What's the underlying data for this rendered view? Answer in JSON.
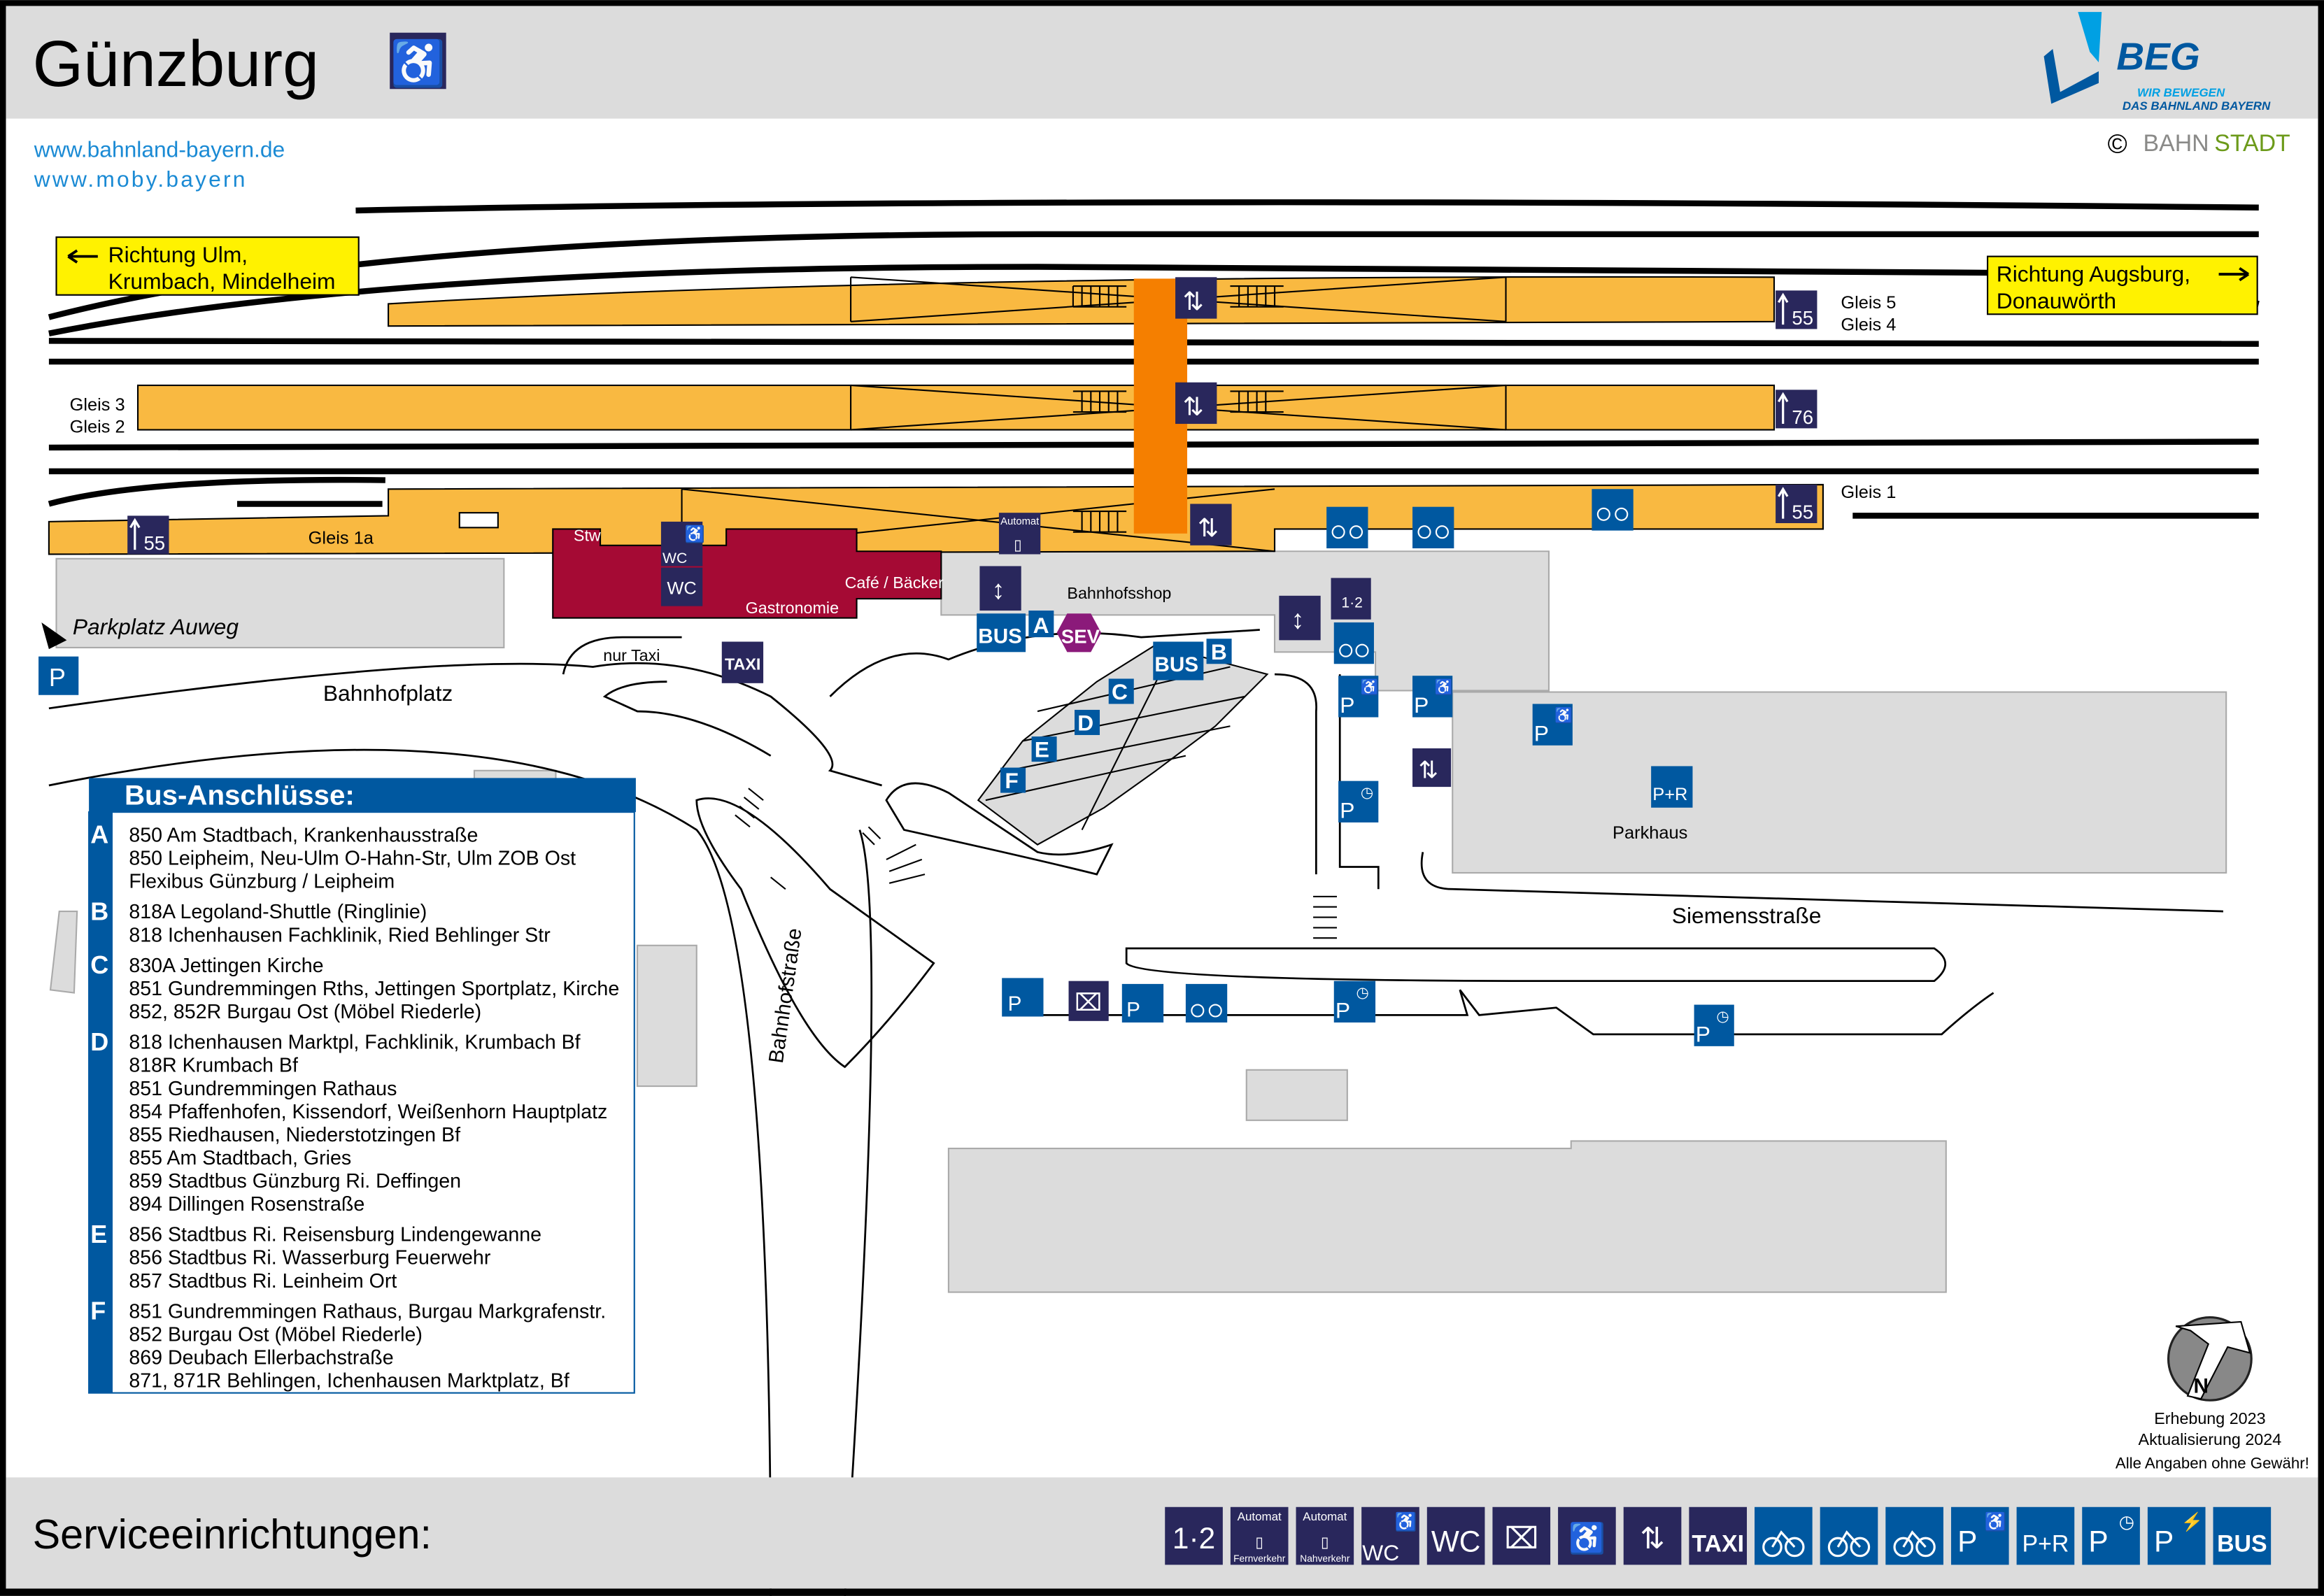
{
  "header": {
    "title": "Günzburg",
    "accessible_icon": "wheelchair-icon",
    "logo": {
      "brand": "BEG",
      "slogan_line1": "WIR BEWEGEN",
      "slogan_line2": "DAS BAHNLAND BAYERN"
    },
    "links": [
      "www.bahnland-bayern.de",
      "www.moby.bayern"
    ],
    "copyright": {
      "symbol": "©",
      "part1": "BAHN",
      "part2": "STADT"
    }
  },
  "colors": {
    "navy": "#29275c",
    "blue": "#0058a0",
    "platform": "#f9b941",
    "underpass": "#f57f00",
    "gastro": "#a50a34",
    "sev": "#8b1a7a",
    "direction": "#fff200"
  },
  "map": {
    "directions": {
      "west_line1": "Richtung Ulm,",
      "west_line2": "Krumbach, Mindelheim",
      "east_line1": "Richtung Augsburg,",
      "east_line2": "Donauwörth"
    },
    "tracks": {
      "g5": "Gleis 5",
      "g4": "Gleis 4",
      "g3": "Gleis 3",
      "g2": "Gleis 2",
      "g1": "Gleis 1",
      "g1a": "Gleis 1a"
    },
    "track_signs": {
      "s55": "55",
      "s76": "76"
    },
    "labels": {
      "stw": "Stw",
      "gastronomie": "Gastronomie",
      "cafe": "Café / Bäcker",
      "shop": "Bahnhofsshop",
      "parkplatz": "Parkplatz Auweg",
      "bahnhofplatz": "Bahnhofplatz",
      "nur_taxi": "nur Taxi",
      "bahnhofstrasse": "Bahnhofstraße",
      "siemensstrasse": "Siemensstraße",
      "parkhaus": "Parkhaus"
    },
    "icon_text": {
      "wc": "WC",
      "taxi": "TAXI",
      "bus": "BUS",
      "sev": "SEV",
      "p": "P",
      "pr": "P+R",
      "automat": "Automat"
    },
    "bus_stops": [
      "A",
      "B",
      "C",
      "D",
      "E",
      "F"
    ]
  },
  "bus_connections": {
    "title": "Bus-Anschlüsse:",
    "groups": [
      {
        "stop": "A",
        "lines": [
          "850 Am Stadtbach, Krankenhausstraße",
          "850 Leipheim, Neu-Ulm O-Hahn-Str, Ulm ZOB Ost",
          "Flexibus Günzburg / Leipheim"
        ]
      },
      {
        "stop": "B",
        "lines": [
          "818A Legoland-Shuttle (Ringlinie)",
          "818 Ichenhausen Fachklinik, Ried Behlinger Str"
        ]
      },
      {
        "stop": "C",
        "lines": [
          "830A Jettingen Kirche",
          "851 Gundremmingen Rths, Jettingen Sportplatz, Kirche",
          "852, 852R Burgau Ost (Möbel Riederle)"
        ]
      },
      {
        "stop": "D",
        "lines": [
          "818 Ichenhausen Marktpl, Fachklinik, Krumbach Bf",
          "818R Krumbach Bf",
          "851 Gundremmingen Rathaus",
          "854 Pfaffenhofen, Kissendorf, Weißenhorn Hauptplatz",
          "855 Riedhausen, Niederstotzingen Bf",
          "855 Am Stadtbach, Gries",
          "859 Stadtbus Günzburg Ri. Deffingen",
          "894 Dillingen Rosenstraße"
        ]
      },
      {
        "stop": "E",
        "lines": [
          "856 Stadtbus Ri. Reisensburg Lindengewanne",
          "856 Stadtbus Ri. Wasserburg Feuerwehr",
          "857 Stadtbus Ri. Leinheim Ort"
        ]
      },
      {
        "stop": "F",
        "lines": [
          "851 Gundremmingen Rathaus, Burgau Markgrafenstr.",
          "852 Burgau Ost (Möbel Riederle)",
          "869 Deubach Ellerbachstraße",
          "871, 871R Behlingen, Ichenhausen Marktplatz, Bf"
        ]
      }
    ]
  },
  "footer": {
    "compass_letter": "N",
    "survey": "Erhebung 2023",
    "update": "Aktualisierung 2024",
    "disclaimer": "Alle Angaben ohne Gewähr!",
    "services_title": "Serviceeinrichtungen:",
    "services": [
      {
        "icon": "ticket-office-icon",
        "color": "navy",
        "text": "",
        "top": "",
        "bottom": ""
      },
      {
        "icon": "ticket-machine-long-distance-icon",
        "color": "navy",
        "text": "",
        "top": "Automat",
        "bottom": "Fernverkehr"
      },
      {
        "icon": "ticket-machine-regional-icon",
        "color": "navy",
        "text": "",
        "top": "Automat",
        "bottom": "Nahverkehr"
      },
      {
        "icon": "accessible-wc-icon",
        "color": "navy",
        "text": "WC",
        "top": "",
        "bottom": ""
      },
      {
        "icon": "wc-icon",
        "color": "navy",
        "text": "WC",
        "top": "",
        "bottom": ""
      },
      {
        "icon": "mailbox-icon",
        "color": "navy",
        "text": "",
        "top": "",
        "bottom": ""
      },
      {
        "icon": "wheelchair-lift-icon",
        "color": "navy",
        "text": "",
        "top": "",
        "bottom": ""
      },
      {
        "icon": "elevator-icon",
        "color": "navy",
        "text": "",
        "top": "",
        "bottom": ""
      },
      {
        "icon": "taxi-icon",
        "color": "navy",
        "text": "TAXI",
        "top": "",
        "bottom": ""
      },
      {
        "icon": "bike-locker-icon",
        "color": "blue",
        "text": "",
        "top": "",
        "bottom": ""
      },
      {
        "icon": "bike-parking-icon",
        "color": "blue",
        "text": "",
        "top": "",
        "bottom": ""
      },
      {
        "icon": "ebike-charging-icon",
        "color": "blue",
        "text": "",
        "top": "",
        "bottom": ""
      },
      {
        "icon": "accessible-parking-icon",
        "color": "blue",
        "text": "P",
        "top": "",
        "bottom": ""
      },
      {
        "icon": "park-and-ride-icon",
        "color": "blue",
        "text": "P+R",
        "top": "",
        "bottom": ""
      },
      {
        "icon": "short-term-parking-icon",
        "color": "blue",
        "text": "P",
        "top": "",
        "bottom": ""
      },
      {
        "icon": "ev-charging-parking-icon",
        "color": "blue",
        "text": "P",
        "top": "",
        "bottom": ""
      },
      {
        "icon": "bus-icon",
        "color": "blue",
        "text": "BUS",
        "top": "",
        "bottom": ""
      }
    ]
  }
}
